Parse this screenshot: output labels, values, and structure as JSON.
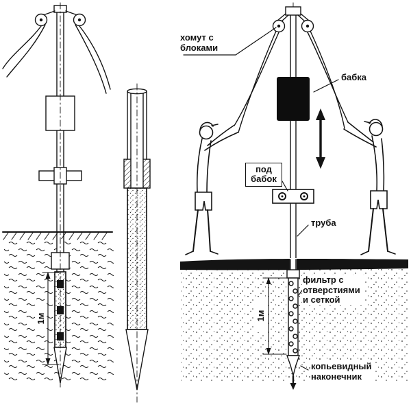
{
  "colors": {
    "ink": "#141414",
    "paper": "#ffffff",
    "ram_fill": "#0d0d0d"
  },
  "labels": {
    "clamp_blocks": "хомут с блоками",
    "ram": "бабка",
    "under_ram": "под бабок",
    "pipe": "труба",
    "filter": "фильтр с отверстиями и сеткой",
    "spear_tip": "копьевидный наконечник",
    "dim_left": "1м",
    "dim_right": "1м"
  }
}
